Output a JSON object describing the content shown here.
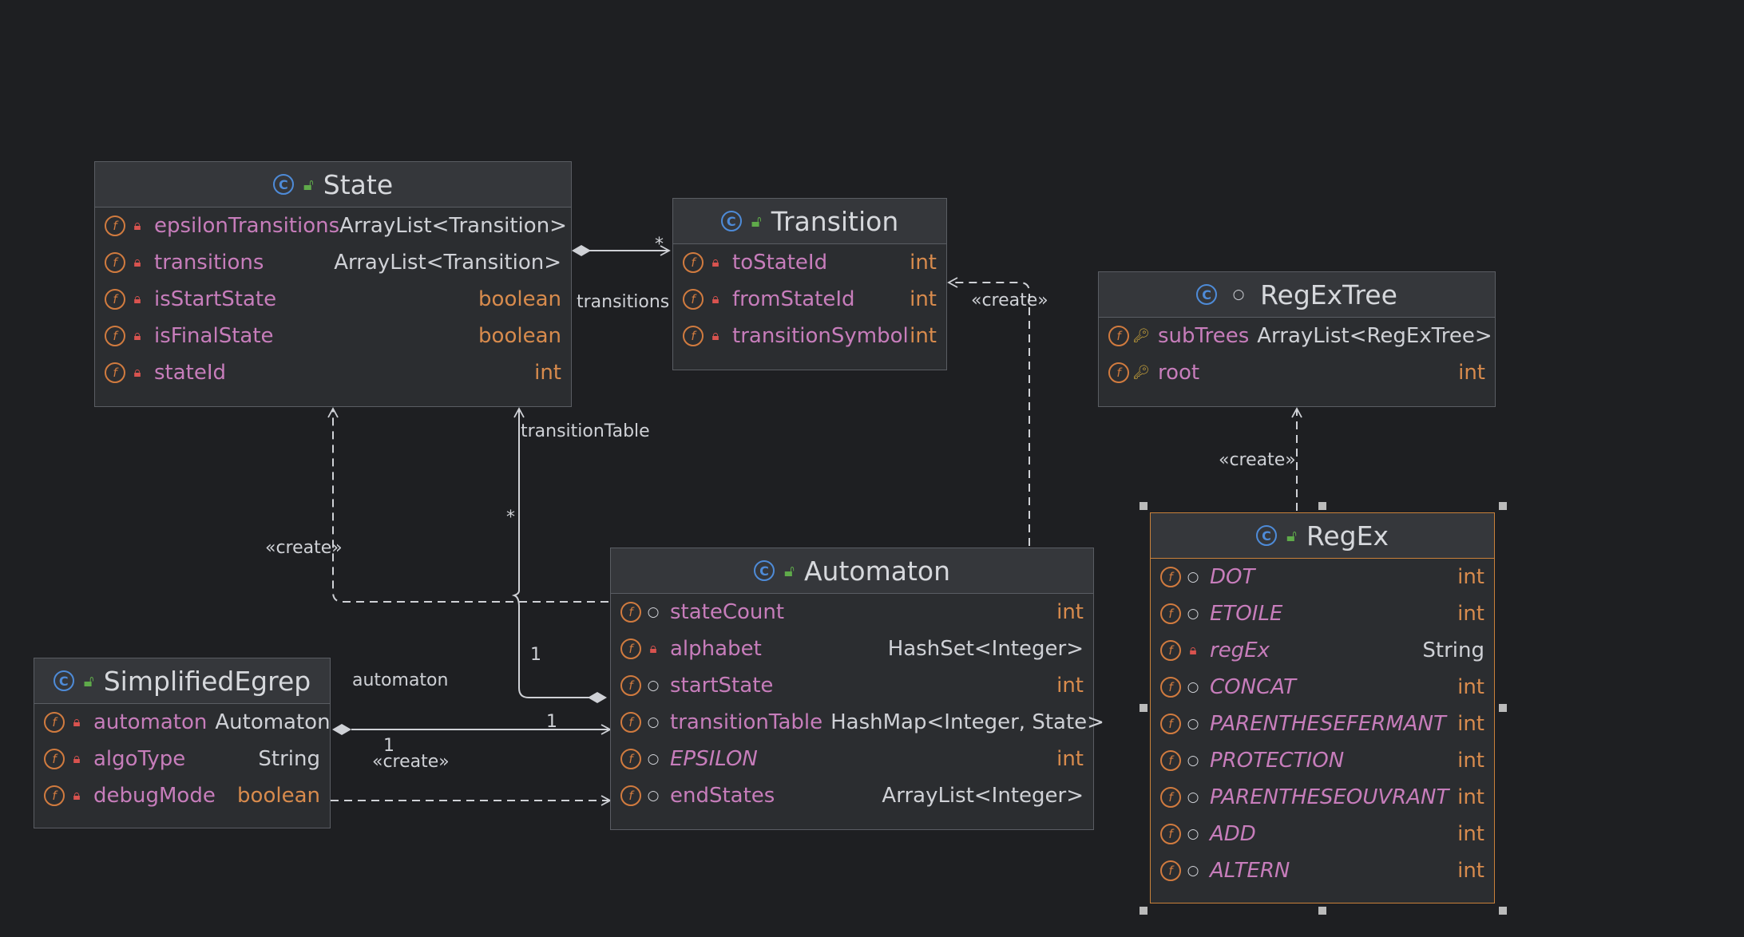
{
  "colors": {
    "background": "#1e1f22",
    "box_bg": "#2b2d30",
    "field_name": "#c77dbb",
    "primitive_type": "#d88b4d",
    "class_icon": "#4e8bd8",
    "selection": "#c9813a"
  },
  "classes": {
    "state": {
      "name": "State",
      "fields": [
        {
          "name": "epsilonTransitions",
          "type": "ArrayList<Transition>"
        },
        {
          "name": "transitions",
          "type": "ArrayList<Transition>"
        },
        {
          "name": "isStartState",
          "type": "boolean"
        },
        {
          "name": "isFinalState",
          "type": "boolean"
        },
        {
          "name": "stateId",
          "type": "int"
        }
      ]
    },
    "transition": {
      "name": "Transition",
      "fields": [
        {
          "name": "toStateId",
          "type": "int"
        },
        {
          "name": "fromStateId",
          "type": "int"
        },
        {
          "name": "transitionSymbol",
          "type": "int"
        }
      ]
    },
    "regextree": {
      "name": "RegExTree",
      "fields": [
        {
          "name": "subTrees",
          "type": "ArrayList<RegExTree>"
        },
        {
          "name": "root",
          "type": "int"
        }
      ]
    },
    "automaton": {
      "name": "Automaton",
      "fields": [
        {
          "name": "stateCount",
          "type": "int"
        },
        {
          "name": "alphabet",
          "type": "HashSet<Integer>"
        },
        {
          "name": "startState",
          "type": "int"
        },
        {
          "name": "transitionTable",
          "type": "HashMap<Integer, State>"
        },
        {
          "name": "EPSILON",
          "type": "int"
        },
        {
          "name": "endStates",
          "type": "ArrayList<Integer>"
        }
      ]
    },
    "simplifiedegrep": {
      "name": "SimplifiedEgrep",
      "fields": [
        {
          "name": "automaton",
          "type": "Automaton"
        },
        {
          "name": "algoType",
          "type": "String"
        },
        {
          "name": "debugMode",
          "type": "boolean"
        }
      ]
    },
    "regex": {
      "name": "RegEx",
      "fields": [
        {
          "name": "DOT",
          "type": "int"
        },
        {
          "name": "ETOILE",
          "type": "int"
        },
        {
          "name": "regEx",
          "type": "String"
        },
        {
          "name": "CONCAT",
          "type": "int"
        },
        {
          "name": "PARENTHESEFERMANT",
          "type": "int"
        },
        {
          "name": "PROTECTION",
          "type": "int"
        },
        {
          "name": "PARENTHESEOUVRANT",
          "type": "int"
        },
        {
          "name": "ADD",
          "type": "int"
        },
        {
          "name": "ALTERN",
          "type": "int"
        }
      ]
    }
  },
  "edge_labels": {
    "transitions": "transitions",
    "transition_table": "transitionTable",
    "create": "«create»",
    "automaton": "automaton",
    "mult_one": "1",
    "mult_many": "*"
  },
  "icons": {
    "class": "class-icon",
    "field": "field-icon",
    "private": "lock-icon",
    "package": "circle-icon",
    "protected": "key-icon",
    "public_class": "open-lock-icon"
  }
}
